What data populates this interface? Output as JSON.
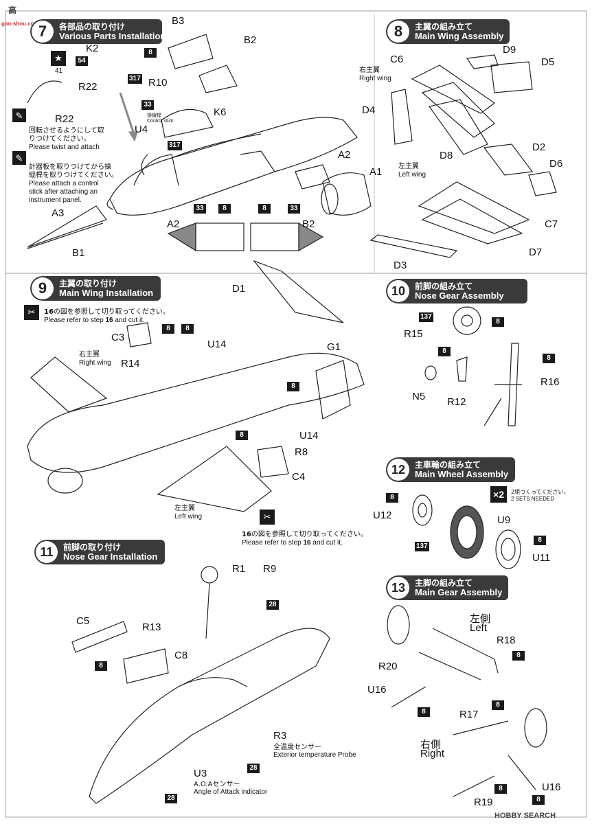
{
  "watermark_top": "高",
  "watermark_top_domain": "gao-shou.com",
  "watermark_bottom": "HOBBY SEARCH",
  "steps": {
    "s7": {
      "num": "7",
      "jp": "各部品の取り付け",
      "en": "Various Parts Installation"
    },
    "s8": {
      "num": "8",
      "jp": "主翼の組み立て",
      "en": "Main Wing Assembly"
    },
    "s9": {
      "num": "9",
      "jp": "主翼の取り付け",
      "en": "Main Wing Installation"
    },
    "s10": {
      "num": "10",
      "jp": "前脚の組み立て",
      "en": "Nose Gear Assembly"
    },
    "s11": {
      "num": "11",
      "jp": "前脚の取り付け",
      "en": "Nose Gear Installation"
    },
    "s12": {
      "num": "12",
      "jp": "主車輪の組み立て",
      "en": "Main Wheel Assembly"
    },
    "s13": {
      "num": "13",
      "jp": "主脚の組み立て",
      "en": "Main Gear Assembly"
    }
  },
  "s7": {
    "labels": {
      "B3": "B3",
      "B2": "B2",
      "K2": "K2",
      "R22": "R22",
      "R22b": "R22",
      "R10": "R10",
      "K6": "K6",
      "U4": "U4",
      "A2": "A2",
      "A1": "A1",
      "A3": "A3",
      "B1": "B1",
      "A2b": "A2",
      "B2b": "B2",
      "num41": "41"
    },
    "paints": {
      "p8a": "8",
      "p54": "54",
      "p317a": "317",
      "p33a": "33",
      "p317b": "317",
      "p33b": "33",
      "p8b": "8",
      "p8c": "8",
      "p33c": "33"
    },
    "note1_jp": [
      "回転させるようにして取",
      "りつけてください。"
    ],
    "note1_en": "Please twist and attach",
    "note2_jp": [
      "計器板を取りつけてから操",
      "縦桿を取りつけてください。"
    ],
    "note2_en": [
      "Please attach a control",
      "stick after attaching an",
      "instrument panel."
    ],
    "control_stick_jp": "操縦桿",
    "control_stick_en": "Control stick"
  },
  "s8": {
    "labels": {
      "C6": "C6",
      "D9": "D9",
      "D5": "D5",
      "D4": "D4",
      "D8": "D8",
      "D2": "D2",
      "D6": "D6",
      "C7": "C7",
      "D7": "D7",
      "D3": "D3"
    },
    "right_wing_jp": "右主翼",
    "right_wing_en": "Right wing",
    "left_wing_jp": "左主翼",
    "left_wing_en": "Left wing"
  },
  "s9": {
    "labels": {
      "D1": "D1",
      "C3": "C3",
      "R14": "R14",
      "U14": "U14",
      "G1": "G1",
      "U14b": "U14",
      "R8": "R8",
      "C4": "C4"
    },
    "paints": {
      "p8a": "8",
      "p8b": "8",
      "p8c": "8",
      "p8d": "8"
    },
    "ref_jp": "の図を参照して切り取ってください。",
    "ref_en_pre": "Please refer to step",
    "ref_en_post": "and cut it.",
    "ref_step": "16",
    "right_wing_jp": "右主翼",
    "right_wing_en": "Right wing",
    "left_wing_jp": "左主翼",
    "left_wing_en": "Left wing"
  },
  "s10": {
    "labels": {
      "R15": "R15",
      "R16": "R16",
      "N5": "N5",
      "R12": "R12"
    },
    "paints": {
      "p137": "137",
      "p8a": "8",
      "p8b": "8",
      "p8c": "8"
    }
  },
  "s11": {
    "labels": {
      "R1": "R1",
      "R9": "R9",
      "C5": "C5",
      "R13": "R13",
      "C8": "C8",
      "R3": "R3",
      "U3": "U3"
    },
    "paints": {
      "p28a": "28",
      "p8": "8",
      "p28b": "28",
      "p28c": "28"
    },
    "r3_jp": "全温度センサー",
    "r3_en": "Exterior temperature Probe",
    "u3_jp": "A.O.Aセンサー",
    "u3_en": "Angle of Attack indicator"
  },
  "s12": {
    "labels": {
      "U12": "U12",
      "U9": "U9",
      "U11": "U11"
    },
    "paints": {
      "p8a": "8",
      "p137": "137",
      "p8b": "8"
    },
    "times": "×2",
    "sets_jp": "2組つくってください。",
    "sets_en": "2 SETS NEEDED"
  },
  "s13": {
    "labels": {
      "R18": "R18",
      "R20": "R20",
      "U16": "U16",
      "R17": "R17",
      "R19": "R19",
      "U16b": "U16"
    },
    "paints": {
      "p8a": "8",
      "p8b": "8",
      "p8c": "8",
      "p8d": "8",
      "p8e": "8"
    },
    "left_jp": "左側",
    "left_en": "Left",
    "right_jp": "右側",
    "right_en": "Right"
  }
}
